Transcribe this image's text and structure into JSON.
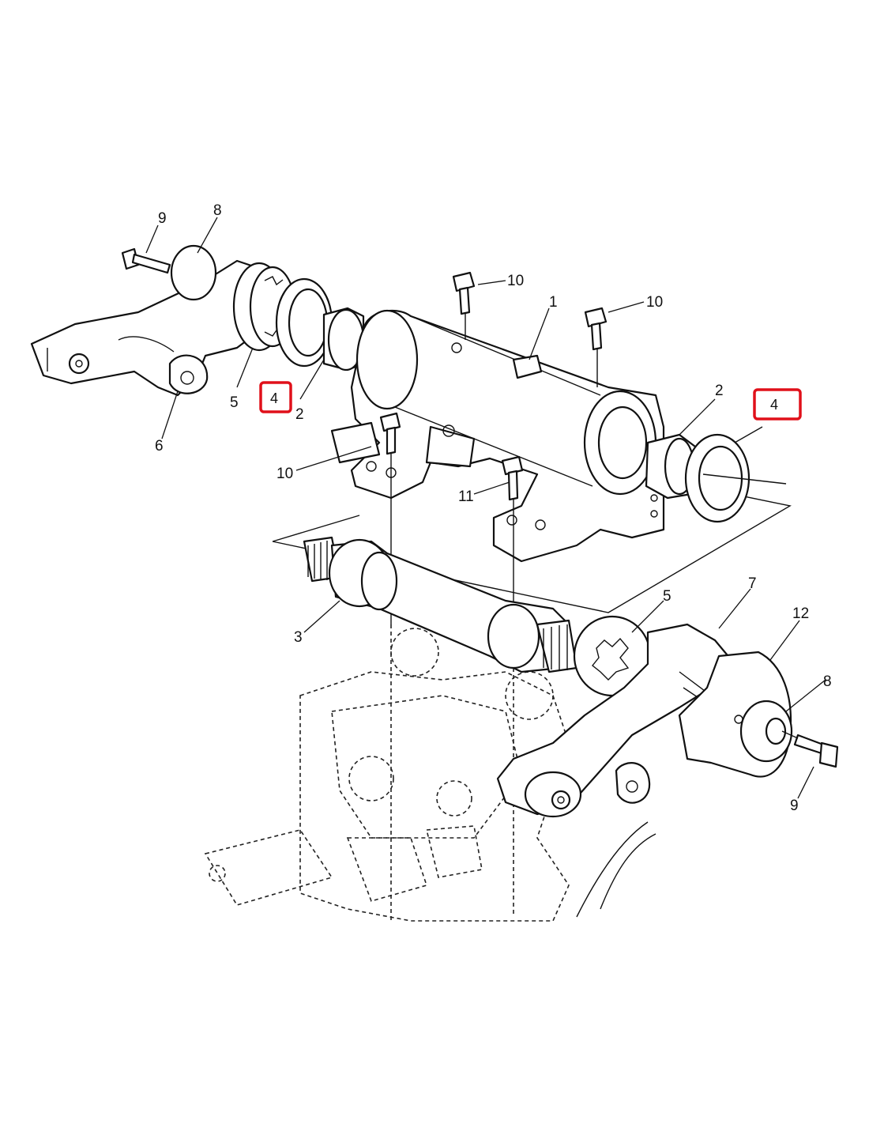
{
  "callouts": {
    "left_9": "9",
    "left_8": "8",
    "left_5": "5",
    "left_6": "6",
    "left_2": "2",
    "left_4": "4",
    "top_10a": "10",
    "top_1": "1",
    "top_10b": "10",
    "right_2": "2",
    "right_4": "4",
    "mid_10": "10",
    "mid_11": "11",
    "shaft_3": "3",
    "right_5": "5",
    "right_7": "7",
    "right_12": "12",
    "right_8": "8",
    "right_9": "9"
  },
  "highlight_color": "#e0101a",
  "highlighted_parts": [
    "4"
  ]
}
